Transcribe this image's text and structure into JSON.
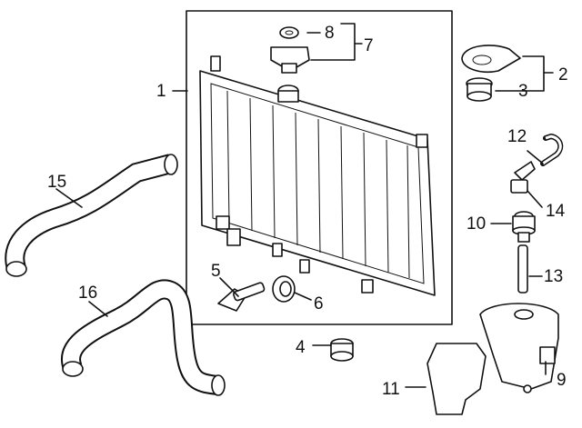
{
  "labels": {
    "p1": "1",
    "p2": "2",
    "p3": "3",
    "p4": "4",
    "p5": "5",
    "p6": "6",
    "p7": "7",
    "p8": "8",
    "p9": "9",
    "p10": "10",
    "p11": "11",
    "p12": "12",
    "p13": "13",
    "p14": "14",
    "p15": "15",
    "p16": "16"
  }
}
